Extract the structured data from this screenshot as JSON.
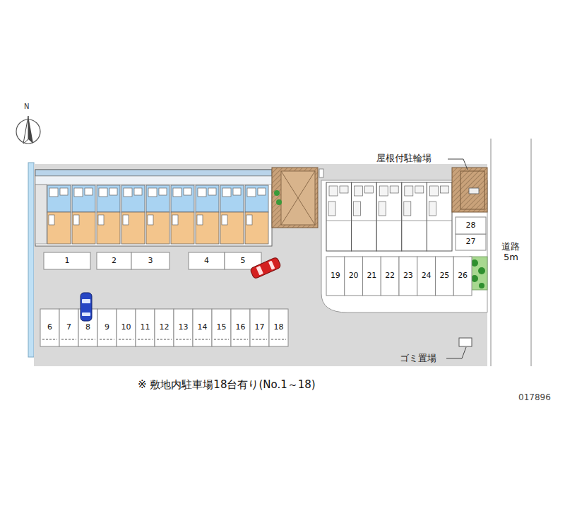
{
  "diagram": {
    "caption": "※ 敷地内駐車場18台有り(No.1～18)",
    "nodes": [
      {
        "text": [
          "1"
        ]
      },
      {
        "text": [
          "2"
        ]
      },
      {
        "text": [
          "3"
        ]
      },
      {
        "text": [
          "4"
        ]
      },
      {
        "text": [
          "5"
        ]
      },
      {
        "text": [
          "6"
        ]
      },
      {
        "text": [
          "7"
        ]
      },
      {
        "text": [
          "8"
        ]
      },
      {
        "text": [
          "9"
        ]
      },
      {
        "text": [
          "10"
        ]
      },
      {
        "text": [
          "11"
        ]
      },
      {
        "text": [
          "12"
        ]
      },
      {
        "text": [
          "13"
        ]
      },
      {
        "text": [
          "14"
        ]
      },
      {
        "text": [
          "15"
        ]
      },
      {
        "text": [
          "16"
        ]
      },
      {
        "text": [
          "17"
        ]
      },
      {
        "text": [
          "18"
        ]
      },
      {
        "text": [
          "19"
        ]
      },
      {
        "text": [
          "20"
        ]
      },
      {
        "text": [
          "21"
        ]
      },
      {
        "text": [
          "22"
        ]
      },
      {
        "text": [
          "23"
        ]
      },
      {
        "text": [
          "24"
        ]
      },
      {
        "text": [
          "25"
        ]
      },
      {
        "text": [
          "26"
        ]
      },
      {
        "text": [
          "27"
        ]
      },
      {
        "text": [
          "28"
        ]
      },
      {
        "text": [
          "道路 5m"
        ]
      }
    ],
    "labels": [
      "N",
      "屋根付駐輪場",
      "ゴミ置場",
      "017896"
    ]
  }
}
